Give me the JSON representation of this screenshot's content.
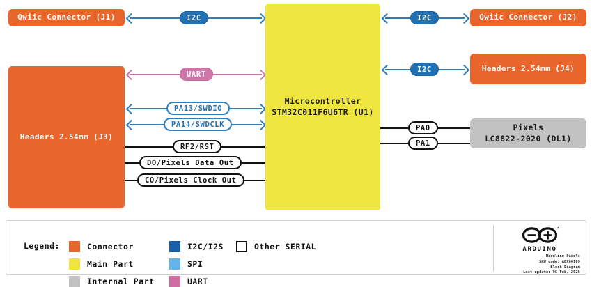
{
  "diagram": {
    "blocks": [
      {
        "id": "j1",
        "label": "Qwiic Connector (J1)",
        "type": "connector"
      },
      {
        "id": "j3",
        "label": "Headers 2.54mm (J3)",
        "type": "connector"
      },
      {
        "id": "mcu",
        "line1": "Microcontroller",
        "line2": "STM32C011F6U6TR (U1)",
        "type": "main-part"
      },
      {
        "id": "j2",
        "label": "Qwiic Connector (J2)",
        "type": "connector"
      },
      {
        "id": "j4",
        "label": "Headers 2.54mm (J4)",
        "type": "connector"
      },
      {
        "id": "pixels",
        "line1": "Pixels",
        "line2": "LC8822-2020 (DL1)",
        "type": "internal-part"
      }
    ],
    "signals": [
      {
        "id": "i2c-j1",
        "label": "I2C",
        "style": "i2c-solid",
        "from": "j1",
        "to": "mcu",
        "direction": "bidirectional"
      },
      {
        "id": "i2c-j2",
        "label": "I2C",
        "style": "i2c-solid",
        "from": "mcu",
        "to": "j2",
        "direction": "bidirectional"
      },
      {
        "id": "i2c-j4",
        "label": "I2C",
        "style": "i2c-solid",
        "from": "mcu",
        "to": "j4",
        "direction": "bidirectional"
      },
      {
        "id": "uart-j3",
        "label": "UART",
        "style": "uart-solid",
        "from": "j3",
        "to": "mcu",
        "direction": "bidirectional"
      },
      {
        "id": "swdio",
        "label": "PA13/SWDIO",
        "style": "serial-blue",
        "from": "j3",
        "to": "mcu",
        "direction": "bidirectional"
      },
      {
        "id": "swdclk",
        "label": "PA14/SWDCLK",
        "style": "serial-blue",
        "from": "j3",
        "to": "mcu",
        "direction": "bidirectional"
      },
      {
        "id": "rst",
        "label": "RF2/RST",
        "style": "other-serial",
        "from": "j3",
        "to": "mcu",
        "direction": "none"
      },
      {
        "id": "do",
        "label": "DO/Pixels Data Out",
        "style": "other-serial",
        "from": "j3",
        "to": "mcu",
        "direction": "none"
      },
      {
        "id": "co",
        "label": "CO/Pixels Clock Out",
        "style": "other-serial",
        "from": "j3",
        "to": "mcu",
        "direction": "none"
      },
      {
        "id": "pa0",
        "label": "PA0",
        "style": "other-serial",
        "from": "mcu",
        "to": "pixels",
        "direction": "none"
      },
      {
        "id": "pa1",
        "label": "PA1",
        "style": "other-serial",
        "from": "mcu",
        "to": "pixels",
        "direction": "none"
      }
    ]
  },
  "legend": {
    "title": "Legend:",
    "items": [
      {
        "label": "Connector",
        "swatch": "orange",
        "color": "#E8652C"
      },
      {
        "label": "Main Part",
        "swatch": "yellow",
        "color": "#EFE53F"
      },
      {
        "label": "Internal Part",
        "swatch": "gray",
        "color": "#C2C2C2"
      },
      {
        "label": "I2C/I2S",
        "swatch": "dblue",
        "color": "#1B5FA8"
      },
      {
        "label": "SPI",
        "swatch": "lblue",
        "color": "#63B4E8"
      },
      {
        "label": "UART",
        "swatch": "pink",
        "color": "#CC6E9F"
      },
      {
        "label": "Other SERIAL",
        "swatch": "white",
        "color": "#FFFFFF"
      }
    ]
  },
  "brand": {
    "logo_icon": "arduino-infinity-logo-icon",
    "wordmark": "ARDUINO",
    "meta_line1": "Modulino Pixels",
    "meta_line2": "SKU code: ABX00109",
    "meta_line3": "Block Diagram",
    "meta_line4": "Last update: 05 Feb, 2025"
  }
}
